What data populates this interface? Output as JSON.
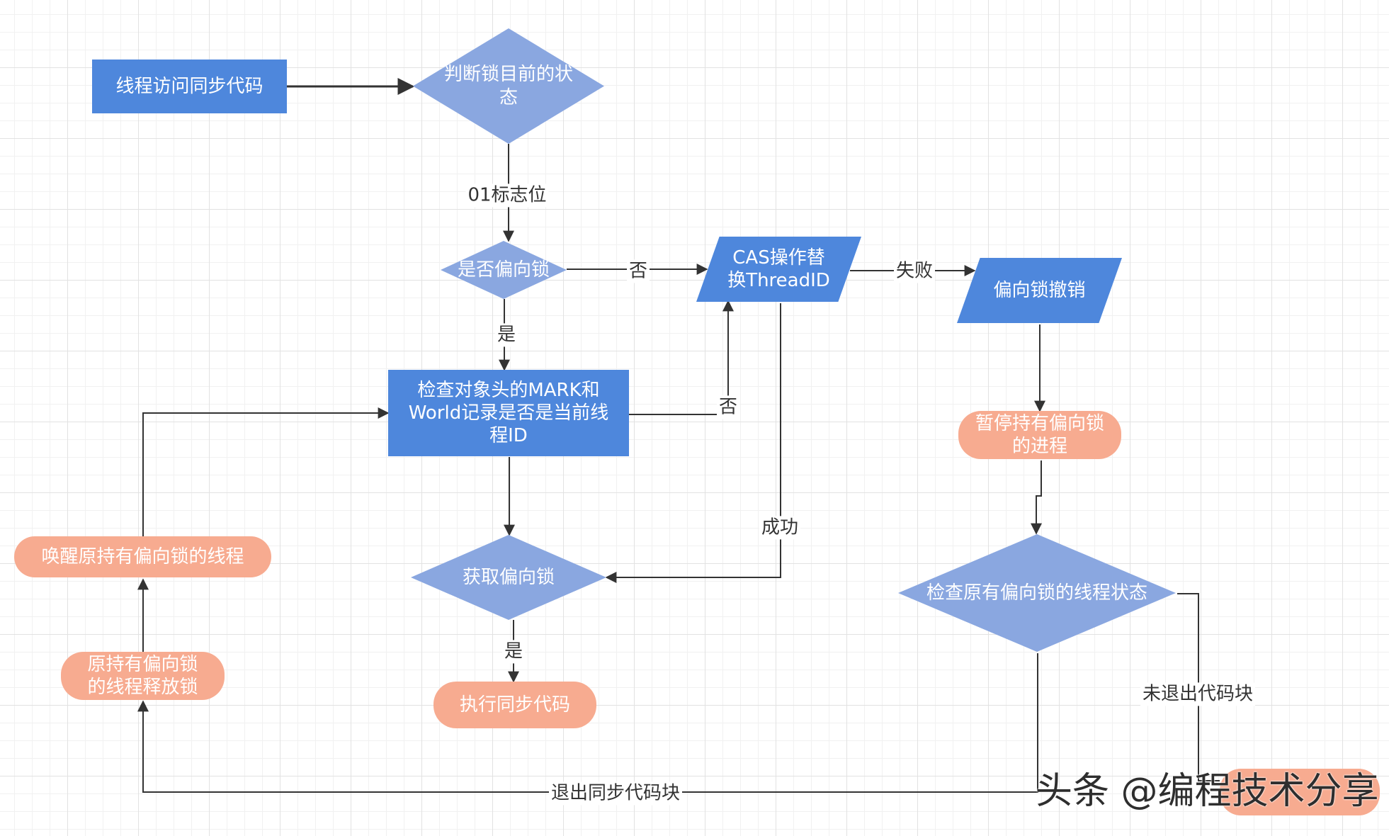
{
  "nodes": {
    "access_sync_code": "线程访问同步代码",
    "judge_lock_state": "判断锁目前的状态",
    "is_biased_lock": "是否偏向锁",
    "cas_replace": "CAS操作替换ThreadID",
    "revoke_biased": "偏向锁撤销",
    "check_mark_word": "检查对象头的MARK和World记录是否是当前线程ID",
    "suspend_holder": "暂停持有偏向锁的进程",
    "acquire_biased": "获取偏向锁",
    "check_holder_state": "检查原有偏向锁的线程状态",
    "wake_holder": "唤醒原持有偏向锁的线程",
    "holder_release": "原持有偏向锁的线程释放锁",
    "execute_sync": "执行同步代码"
  },
  "edge_labels": {
    "flag01": "01标志位",
    "no_to_cas": "否",
    "yes_to_check": "是",
    "no_from_check": "否",
    "fail": "失败",
    "success": "成功",
    "yes_to_execute": "是",
    "not_exited": "未退出代码块",
    "exited": "退出同步代码块"
  },
  "watermark": "头条 @编程技术分享",
  "colors": {
    "process_blue": "#4e87dc",
    "decision_blue": "#8aa7e0",
    "terminal_salmon": "#f7ab90",
    "connector": "#333333"
  }
}
